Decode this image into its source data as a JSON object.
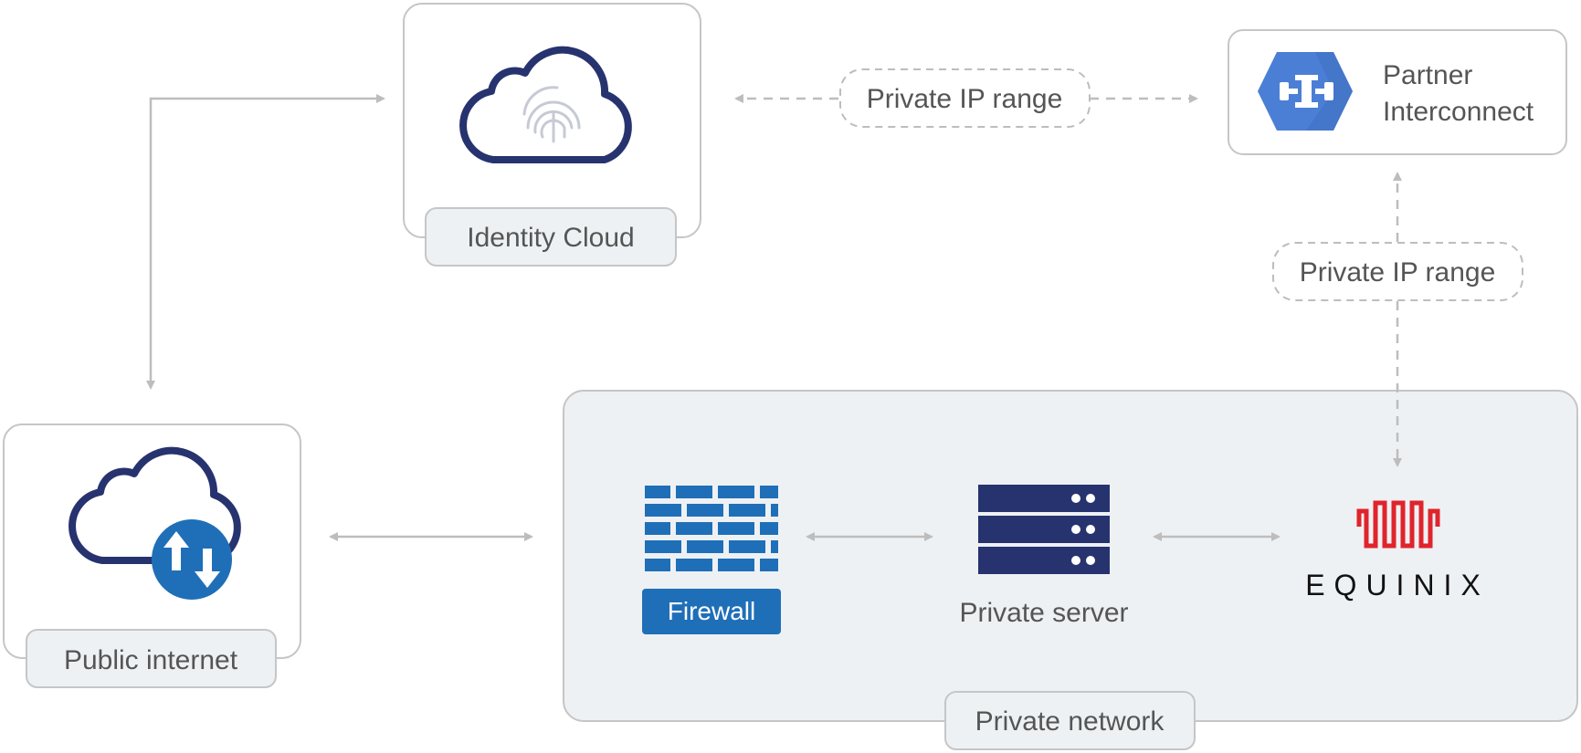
{
  "labels": {
    "identity_cloud": "Identity Cloud",
    "public_internet": "Public internet",
    "partner_line1": "Partner",
    "partner_line2": "Interconnect",
    "private_ip_range_top": "Private IP range",
    "private_ip_range_right": "Private IP range",
    "firewall": "Firewall",
    "private_server": "Private server",
    "equinix": "EQUINIX",
    "private_network": "Private network"
  },
  "icons": {
    "identity": "cloud-fingerprint-icon",
    "public_internet": "cloud-transfer-icon",
    "partner": "partner-interconnect-icon",
    "firewall": "firewall-icon",
    "server": "server-icon",
    "equinix": "equinix-logo"
  },
  "colors": {
    "navy": "#27336f",
    "blue": "#1f6fb8",
    "gcp_blue": "#4b7fd6",
    "equinix_red": "#e0242b",
    "card_border": "#c6c6c6",
    "label_bg": "#eef1f4",
    "network_bg": "#eef1f4",
    "arrow_gray": "#bdbdbd",
    "text": "#555555"
  }
}
